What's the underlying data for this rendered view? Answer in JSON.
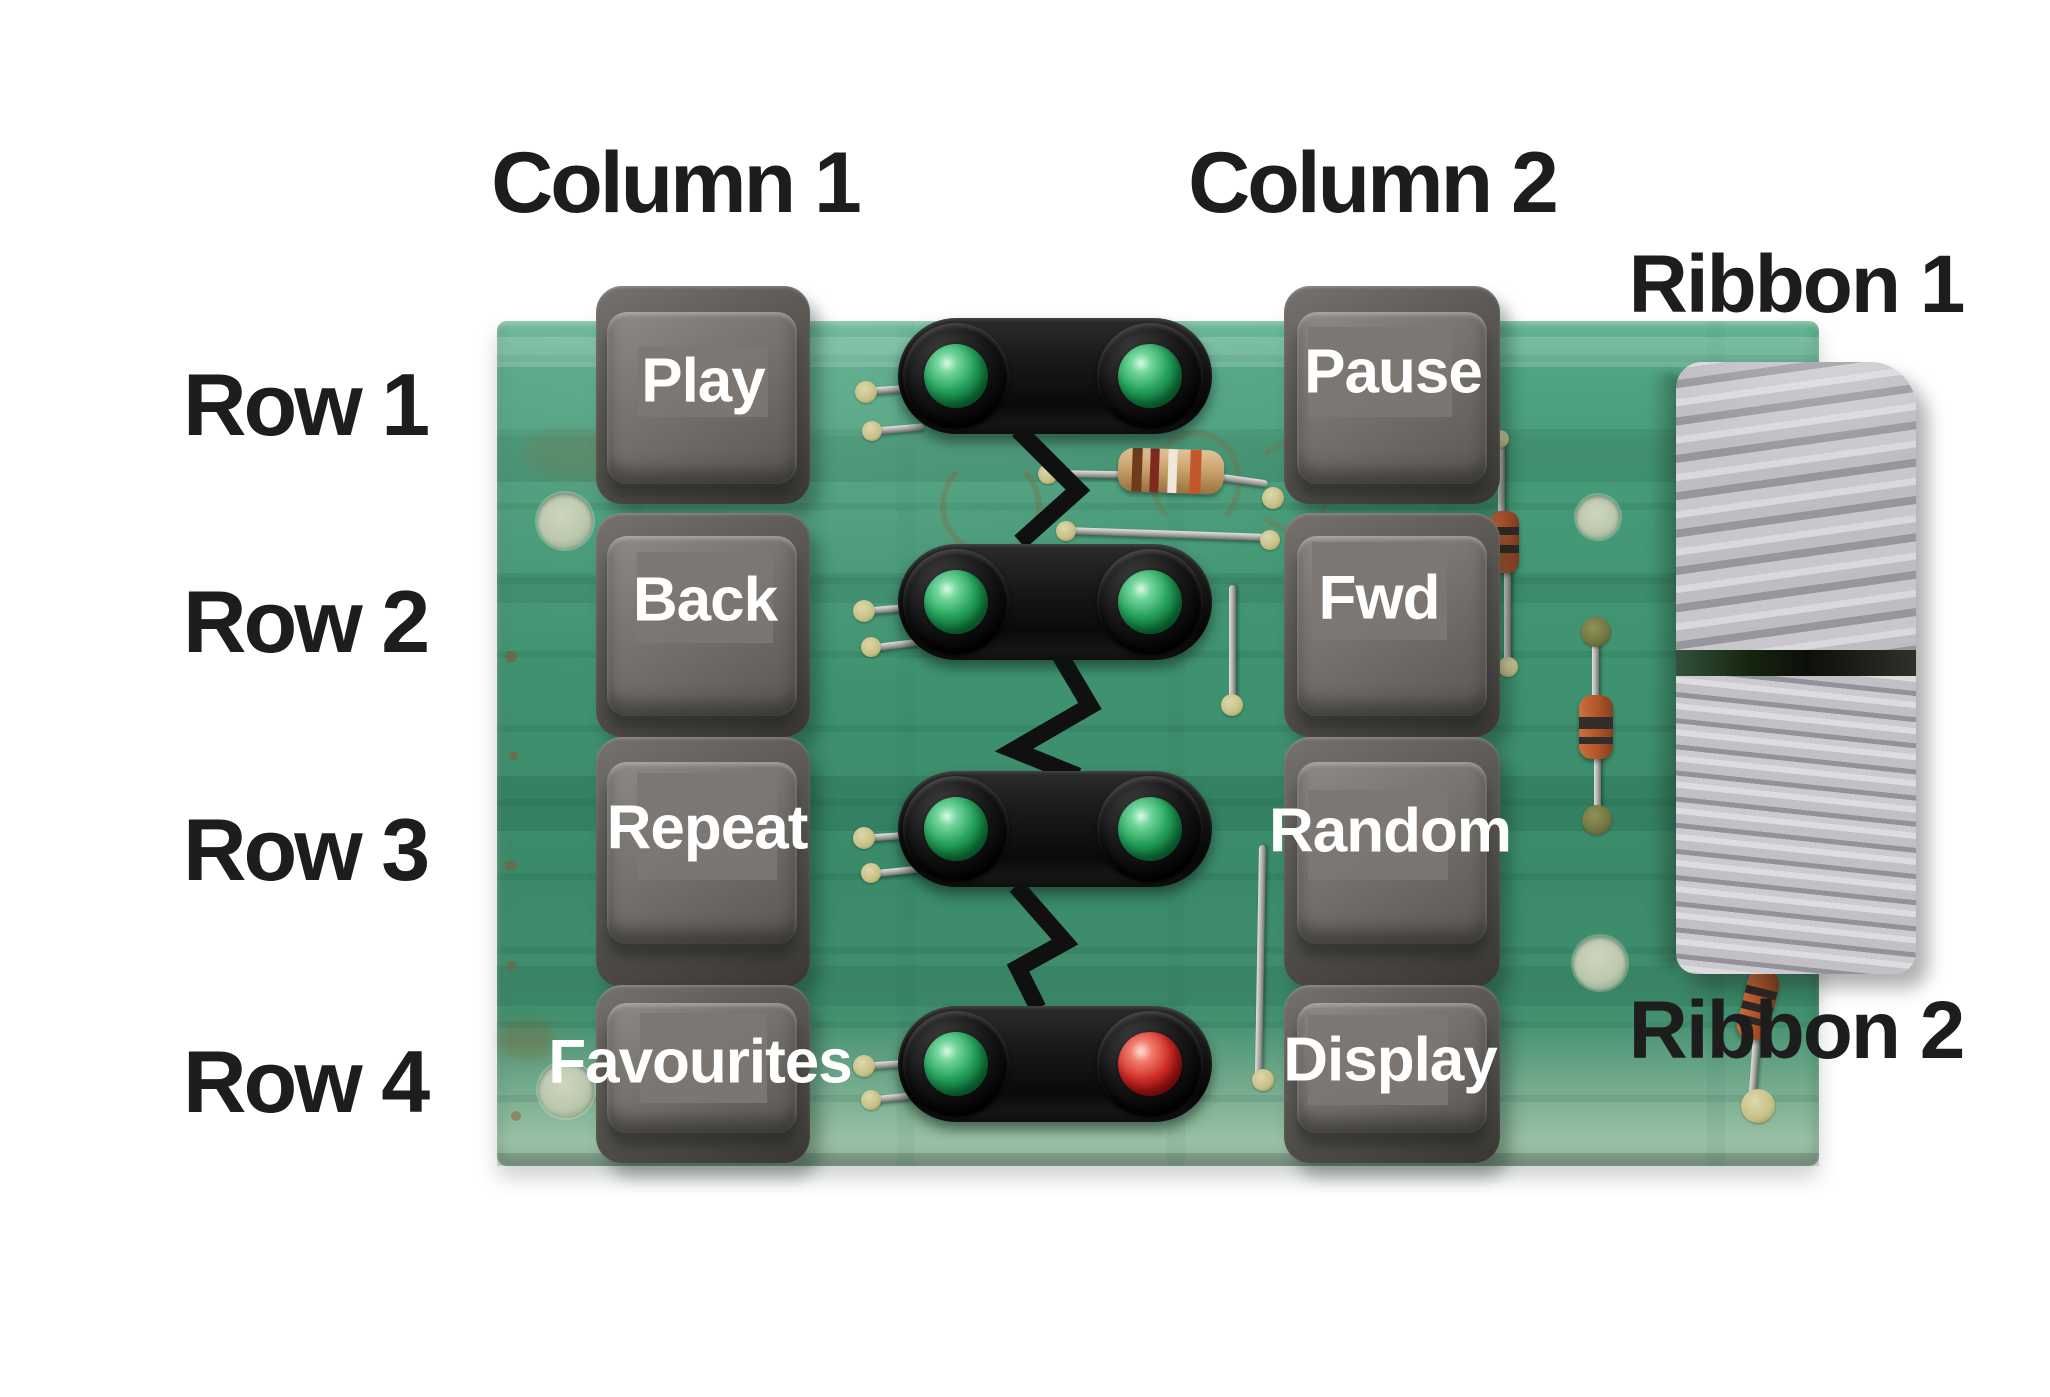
{
  "scene": {
    "background_color": "#ffffff",
    "subject": "Green printed circuit board with a 4-row by 2-column push-button matrix, four dual-LED holders, four resistors and a folded grey ribbon cable"
  },
  "annotations": {
    "text_color": "#1d1d1d",
    "column_labels": [
      {
        "label": "Column 1"
      },
      {
        "label": "Column 2"
      }
    ],
    "row_labels": [
      {
        "label": "Row 1"
      },
      {
        "label": "Row 2"
      },
      {
        "label": "Row 3"
      },
      {
        "label": "Row 4"
      }
    ],
    "ribbon_labels": [
      {
        "label": "Ribbon 1"
      },
      {
        "label": "Ribbon 2"
      }
    ]
  },
  "board": {
    "pcb_color": "#3f916f",
    "button_cap_color": "#716d69",
    "label_plate_color": "#7c7773",
    "button_label_color": "#ffffff",
    "ribbon_cable_color": "#bcbbc0",
    "buttons": {
      "column1": [
        {
          "row": 1,
          "label": "Play"
        },
        {
          "row": 2,
          "label": "Back"
        },
        {
          "row": 3,
          "label": "Repeat"
        },
        {
          "row": 4,
          "label": "Favourites"
        }
      ],
      "column2": [
        {
          "row": 1,
          "label": "Pause"
        },
        {
          "row": 2,
          "label": "Fwd"
        },
        {
          "row": 3,
          "label": "Random"
        },
        {
          "row": 4,
          "label": "Display"
        }
      ]
    },
    "led_modules": [
      {
        "row": 1,
        "left_led": "green",
        "right_led": "green"
      },
      {
        "row": 2,
        "left_led": "green",
        "right_led": "green"
      },
      {
        "row": 3,
        "left_led": "green",
        "right_led": "green"
      },
      {
        "row": 4,
        "left_led": "green",
        "right_led": "red"
      }
    ],
    "led_colors": {
      "green": "#1e9152",
      "red": "#c0211f"
    },
    "component_counts": {
      "push_buttons": 8,
      "led_pairs": 4,
      "resistors": 4,
      "mounting_holes": 4,
      "ribbon_coils": 2
    }
  }
}
